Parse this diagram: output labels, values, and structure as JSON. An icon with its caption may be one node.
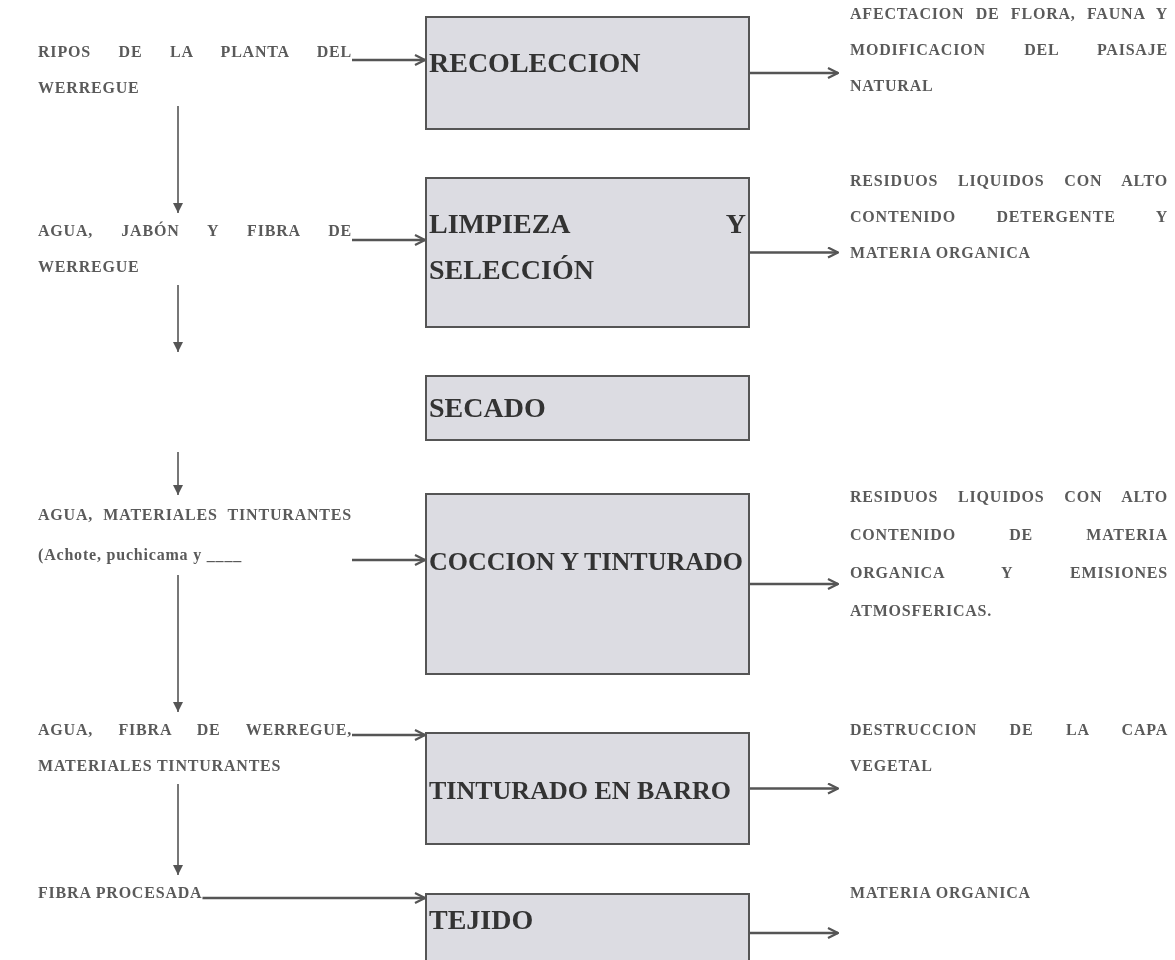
{
  "diagram": {
    "nodes": [
      {
        "text": [
          "RIPOS DE LA PLANTA DEL WERREGUE"
        ]
      },
      {
        "text": [
          "RECOLECCION"
        ]
      },
      {
        "text": [
          "AFECTACION DE FLORA, FAUNA Y MODIFICACION DEL PAISAJE NATURAL"
        ]
      },
      {
        "text": [
          "AGUA, JABÓN Y FIBRA DE WERREGUE"
        ]
      },
      {
        "text": [
          "LIMPIEZA Y SELECCIÓN"
        ]
      },
      {
        "text": [
          "RESIDUOS LIQUIDOS CON ALTO CONTENIDO DETERGENTE Y MATERIA ORGANICA"
        ]
      },
      {
        "text": [
          "SECADO"
        ]
      },
      {
        "text": [
          "AGUA, MATERIALES TINTURANTES (Achote, puchicama y ____"
        ]
      },
      {
        "text": [
          "COCCION Y TINTURADO"
        ]
      },
      {
        "text": [
          "RESIDUOS LIQUIDOS CON ALTO CONTENIDO DE MATERIA ORGANICA Y EMISIONES ATMOSFERICAS."
        ]
      },
      {
        "text": [
          "AGUA, FIBRA DE WERREGUE, MATERIALES TINTURANTES"
        ]
      },
      {
        "text": [
          "TINTURADO EN BARRO"
        ]
      },
      {
        "text": [
          "DESTRUCCION DE LA CAPA VEGETAL"
        ]
      },
      {
        "text": [
          "FIBRA PROCESADA"
        ]
      },
      {
        "text": [
          "TEJIDO"
        ]
      },
      {
        "text": [
          "MATERIA ORGANICA"
        ]
      }
    ],
    "edges": [
      {
        "from": 0,
        "to": 1,
        "arrow": "to"
      },
      {
        "from": 1,
        "to": 2,
        "arrow": "to"
      },
      {
        "from": 3,
        "to": 4,
        "arrow": "to"
      },
      {
        "from": 4,
        "to": 5,
        "arrow": "to"
      },
      {
        "from": 7,
        "to": 8,
        "arrow": "to"
      },
      {
        "from": 8,
        "to": 9,
        "arrow": "to"
      },
      {
        "from": 10,
        "to": 11,
        "arrow": "to"
      },
      {
        "from": 11,
        "to": 12,
        "arrow": "to"
      },
      {
        "from": 13,
        "to": 14,
        "arrow": "to"
      },
      {
        "from": 14,
        "to": 15,
        "arrow": "to"
      },
      {
        "from": 0,
        "to": 3,
        "arrow": "to"
      },
      {
        "from": 3,
        "to": null,
        "arrow": "to"
      },
      {
        "from": null,
        "to": 7,
        "arrow": "to"
      },
      {
        "from": 7,
        "to": 10,
        "arrow": "to"
      },
      {
        "from": 10,
        "to": 13,
        "arrow": "to"
      }
    ]
  }
}
